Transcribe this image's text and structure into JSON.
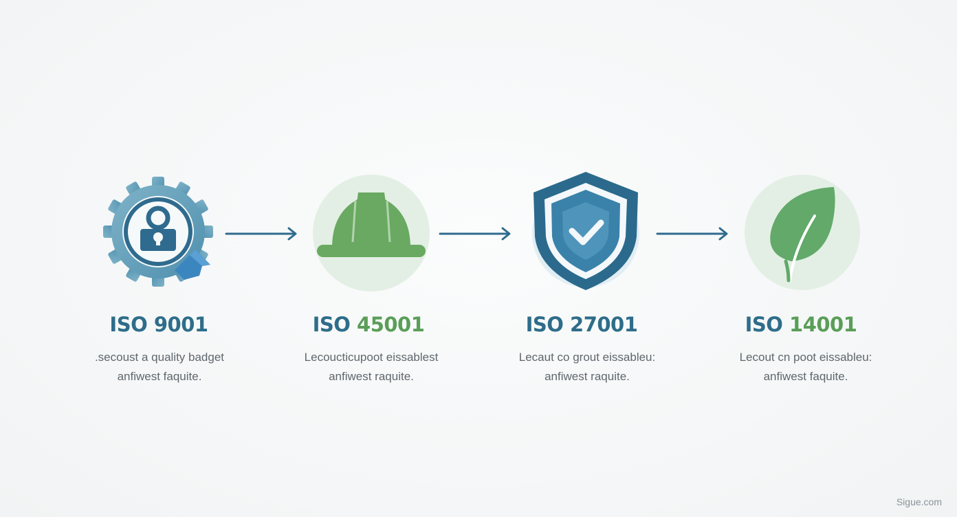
{
  "steps": [
    {
      "icon": "gear-certificate-badge-icon",
      "title_prefix": "ISO ",
      "title_number": "9001",
      "number_color": "#2e6d8a",
      "desc_line1": ".secoust a quality badget",
      "desc_line2": "anfiwest faquite."
    },
    {
      "icon": "hard-hat-icon",
      "title_prefix": "ISO ",
      "title_number": "45001",
      "number_color": "#5a9e58",
      "desc_line1": "Lecoucticupoot eissablest",
      "desc_line2": "anfiwest raquite."
    },
    {
      "icon": "shield-check-icon",
      "title_prefix": "ISO ",
      "title_number": "27001",
      "number_color": "#2e6d8a",
      "desc_line1": "Lecaut co grout eissableu:",
      "desc_line2": "anfiwest raquite."
    },
    {
      "icon": "leaf-icon",
      "title_prefix": "ISO ",
      "title_number": "14001",
      "number_color": "#5a9e58",
      "desc_line1": "Lecout cn poot eissableu:",
      "desc_line2": "anfiwest faquite."
    }
  ],
  "watermark": "Sigue.com",
  "colors": {
    "blue": "#2e6d8a",
    "green": "#5a9e58",
    "arrow": "#2f6b8e"
  }
}
